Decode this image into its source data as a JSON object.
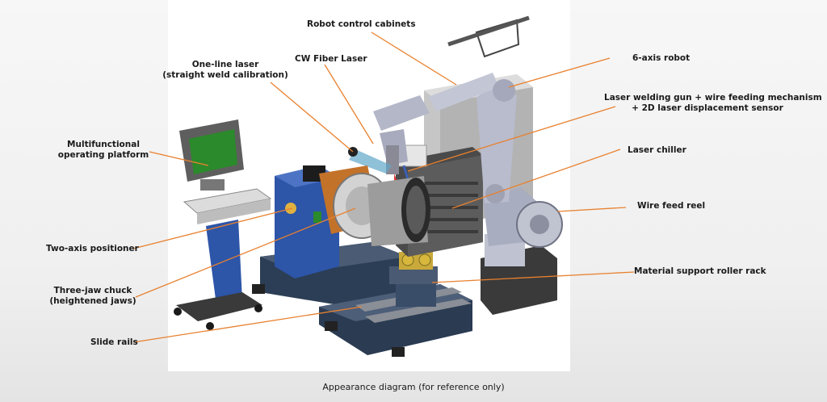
{
  "labels": {
    "robot_control_cabinets": "Robot control cabinets",
    "one_line_laser": [
      "One-line laser",
      "(straight weld calibration)"
    ],
    "cw_fiber_laser": "CW Fiber Laser",
    "six_axis_robot": "6-axis robot",
    "laser_welding_gun": [
      "Laser welding gun + wire feeding mechanism",
      "+ 2D laser displacement sensor"
    ],
    "laser_chiller": "Laser chiller",
    "wire_feed_reel": "Wire feed reel",
    "material_support_roller_rack": "Material support roller rack",
    "multifunctional_operating_platform": [
      "Multifunctional",
      "operating platform"
    ],
    "two_axis_positioner": "Two-axis positioner",
    "three_jaw_chuck": [
      "Three-jaw chuck",
      "(heightened jaws)"
    ],
    "slide_rails": "Slide rails"
  },
  "caption": "Appearance diagram (for reference only)",
  "colors": {
    "leader": "#e8812f",
    "robot": "#b9bccd",
    "cabinet": "#b8b8b8",
    "positioner_blue": "#2d55a8",
    "base_dark": "#2c3e55",
    "screen": "#2b8a2b"
  }
}
